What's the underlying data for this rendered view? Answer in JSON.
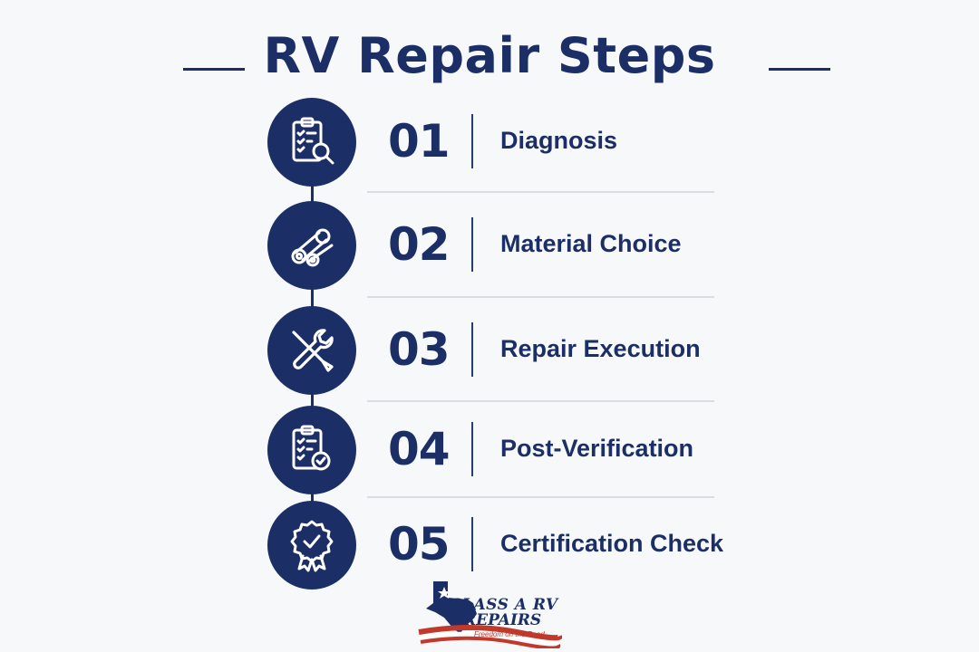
{
  "header": {
    "title": "RV Repair Steps"
  },
  "steps": [
    {
      "number": "01",
      "label": "Diagnosis",
      "icon": "clipboard-search-icon"
    },
    {
      "number": "02",
      "label": "Material Choice",
      "icon": "material-rolls-icon"
    },
    {
      "number": "03",
      "label": "Repair Execution",
      "icon": "wrench-screwdriver-icon"
    },
    {
      "number": "04",
      "label": "Post-Verification",
      "icon": "clipboard-check-icon"
    },
    {
      "number": "05",
      "label": "Certification Check",
      "icon": "certificate-badge-icon"
    }
  ],
  "logo": {
    "line1": "CLASS A RV",
    "line2": "REPAIRS",
    "tagline": "Freedom on the Road"
  },
  "colors": {
    "primary": "#1b2f66",
    "background": "#f7f8fa",
    "divider": "#d9dce3",
    "accent_red": "#c0392b"
  }
}
